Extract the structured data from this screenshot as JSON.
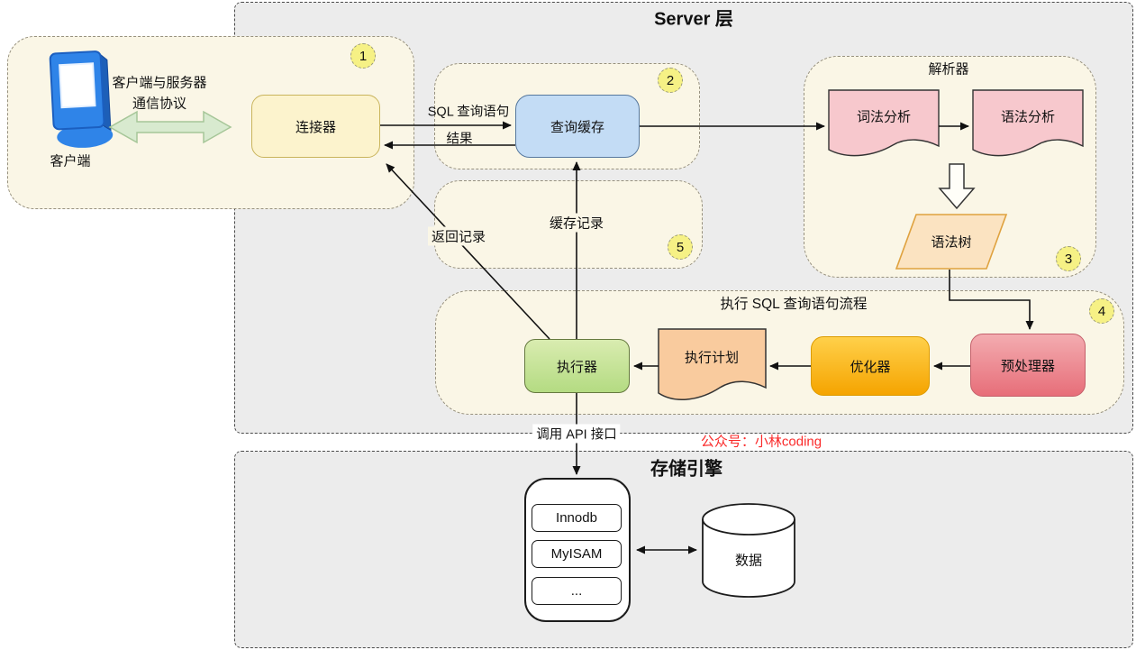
{
  "server_layer": {
    "title": "Server 层",
    "client_area": {
      "badge": "1",
      "client_label": "客户端",
      "protocol_line1": "客户端与服务器",
      "protocol_line2": "通信协议",
      "connector": "连接器"
    },
    "query_cache_area": {
      "badge": "2",
      "query_cache": "查询缓存"
    },
    "cache_record_area": {
      "badge": "5",
      "cache_record": "缓存记录"
    },
    "parser_area": {
      "badge": "3",
      "title": "解析器",
      "lexical": "词法分析",
      "syntax": "语法分析",
      "syntax_tree": "语法树"
    },
    "exec_area": {
      "badge": "4",
      "title": "执行 SQL 查询语句流程",
      "executor": "执行器",
      "exec_plan": "执行计划",
      "optimizer": "优化器",
      "preprocessor": "预处理器"
    },
    "edge_labels": {
      "sql_query": "SQL 查询语句",
      "result": "结果",
      "return_record": "返回记录",
      "call_api": "调用 API 接口"
    }
  },
  "watermark": "公众号：小林coding",
  "storage_layer": {
    "title": "存储引擎",
    "engines": [
      "Innodb",
      "MyISAM",
      "..."
    ],
    "data_label": "数据"
  },
  "colors": {
    "server_bg": "#ECECEC",
    "panel_bg": "#FAF6E6",
    "connector_fill": "#FCF3CD",
    "connector_border": "#C9B45C",
    "cache_fill": "#C3DCF5",
    "cache_border": "#56789E",
    "flag_pink": "#F7C8CD",
    "tree_fill": "#FBE3C1",
    "tree_border": "#DFA23F",
    "executor_top": "#D9ECB0",
    "executor_bottom": "#B4DB82",
    "executor_border": "#65793F",
    "plan_fill": "#F9CB9E",
    "optimizer_top": "#FFD04A",
    "optimizer_bottom": "#F5A400",
    "optimizer_border": "#DC9B00",
    "preprocessor_top": "#F3ACB0",
    "preprocessor_bottom": "#E76E79",
    "preprocessor_border": "#C4606B",
    "badge_fill": "#F6F185",
    "arrow_green": "#D8EACF",
    "arrow_green_border": "#A6C698",
    "client_icon_blue": "#2F84E8",
    "watermark_red": "#FA2A2A",
    "line": "#111111"
  }
}
